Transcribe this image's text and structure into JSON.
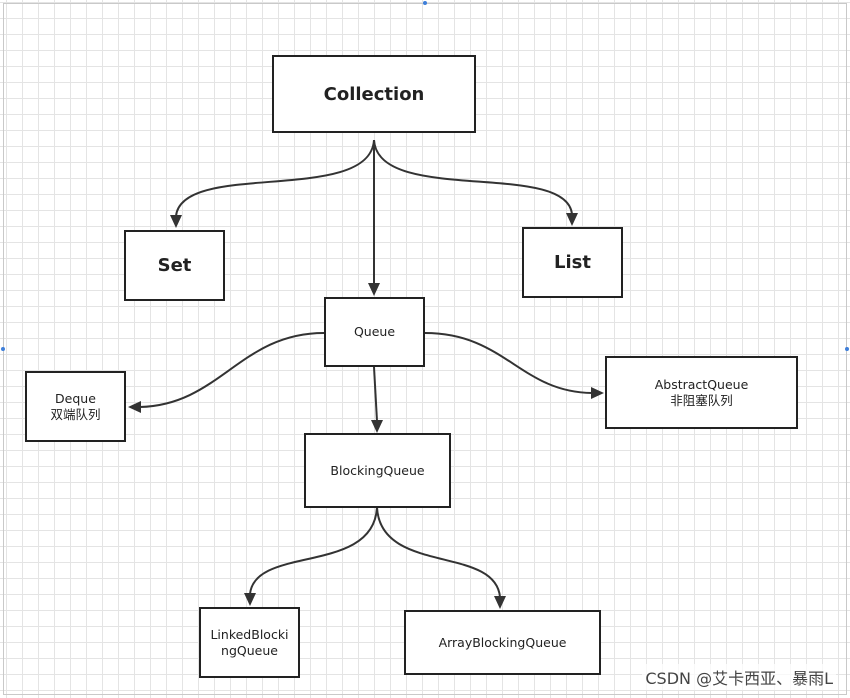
{
  "nodes": {
    "collection": "Collection",
    "set": "Set",
    "list": "List",
    "queue": "Queue",
    "deque": "Deque\n双端队列",
    "abstract_queue": "AbstractQueue\n非阻塞队列",
    "blocking_queue": "BlockingQueue",
    "linked_blocking": "LinkedBlocki\nngQueue",
    "array_blocking": "ArrayBlockingQueue"
  },
  "watermark": "CSDN @艾卡西亚、暴雨L",
  "colors": {
    "line": "#333333",
    "border": "#222222",
    "grid": "#e4e4e4",
    "handle": "#3f7fd9"
  }
}
